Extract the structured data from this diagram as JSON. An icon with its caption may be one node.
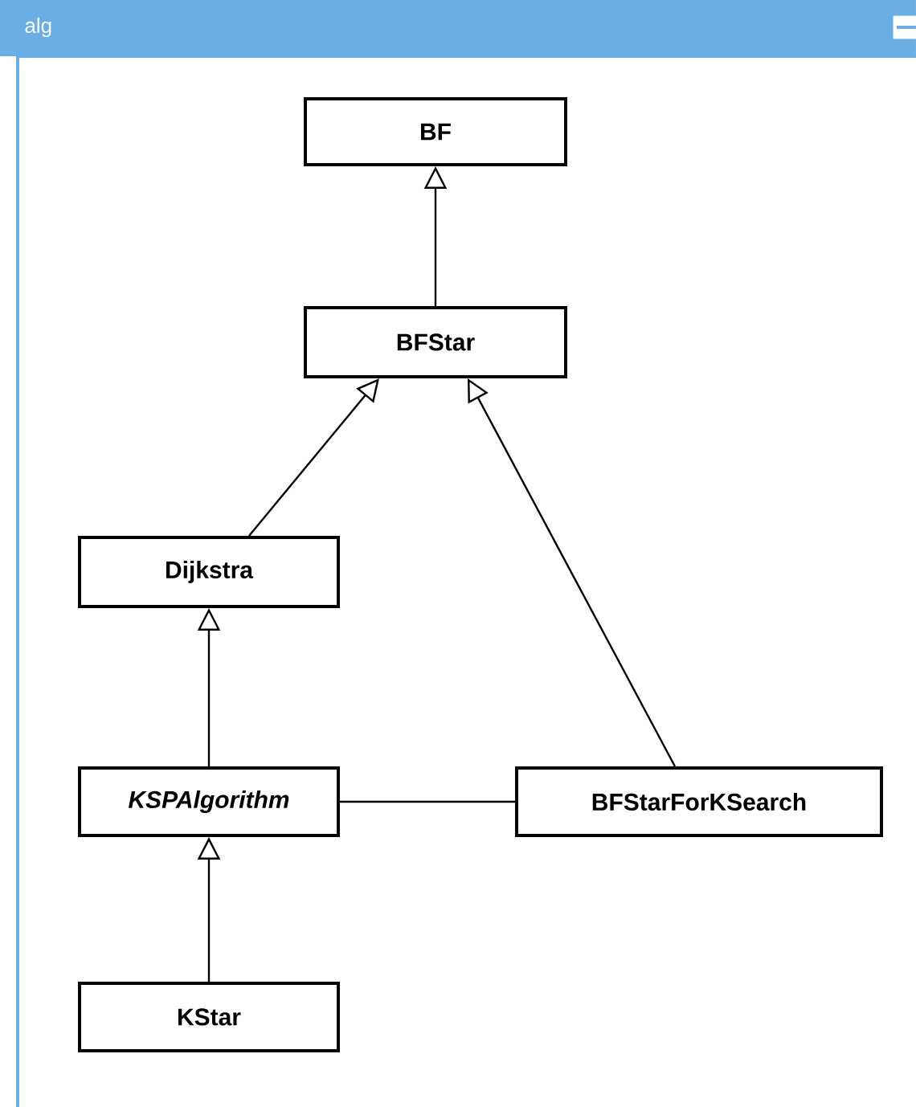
{
  "diagram": {
    "title": "alg",
    "nodes": [
      {
        "text": [
          "BF"
        ]
      },
      {
        "text": [
          "BFStar"
        ]
      },
      {
        "text": [
          "Dijkstra"
        ]
      },
      {
        "text": [
          "KSPAlgorithm"
        ]
      },
      {
        "text": [
          "BFStarForKSearch"
        ]
      },
      {
        "text": [
          "KStar"
        ]
      }
    ],
    "edges": [
      {
        "from": 1,
        "to": 0,
        "arrow": "to"
      },
      {
        "from": 2,
        "to": 1,
        "arrow": "to"
      },
      {
        "from": 4,
        "to": 1,
        "arrow": "to"
      },
      {
        "from": 3,
        "to": 2,
        "arrow": "to"
      },
      {
        "from": 5,
        "to": 3,
        "arrow": "to"
      },
      {
        "from": 3,
        "to": 4,
        "arrow": "none"
      }
    ]
  }
}
